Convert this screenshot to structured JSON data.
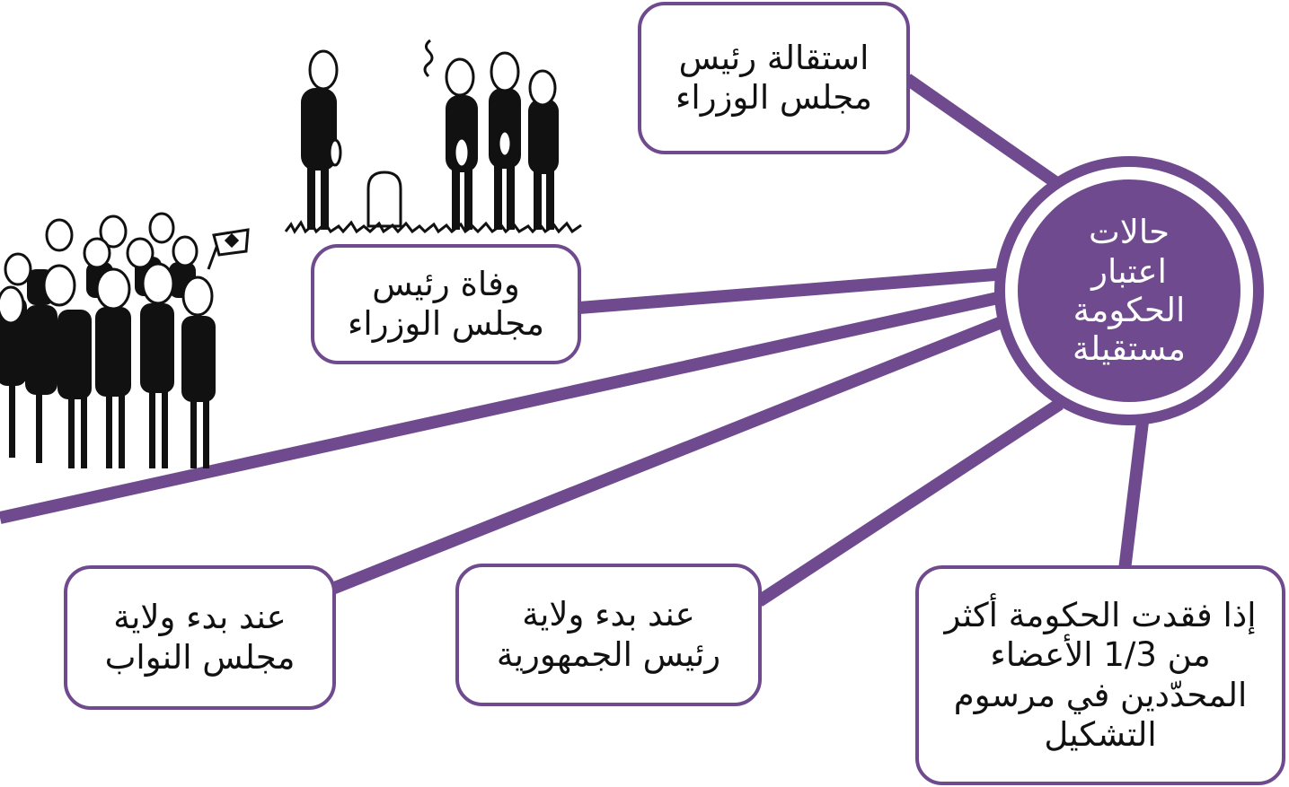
{
  "colors": {
    "accent": "#6f4a8e",
    "box_background": "#ffffff",
    "text": "#111111",
    "hub_text": "#ffffff"
  },
  "diagram": {
    "center": {
      "label": "حالات\nاعتبار\nالحكومة\nمستقيلة"
    },
    "cases": [
      {
        "id": "pm-resignation",
        "label": "استقالة رئيس\nمجلس الوزراء"
      },
      {
        "id": "pm-death",
        "label": "وفاة رئيس\nمجلس الوزراء"
      },
      {
        "id": "parliament-term",
        "label": "عند بدء ولاية\nمجلس النواب"
      },
      {
        "id": "president-term",
        "label": "عند بدء ولاية\nرئيس الجمهورية"
      },
      {
        "id": "lost-members",
        "label": "إذا فقدت الحكومة أكثر\nمن 1/3 الأعضاء\nالمحدّدين في مرسوم\nالتشكيل"
      }
    ]
  },
  "illustrations": [
    {
      "icon": "funeral-mourners-icon"
    },
    {
      "icon": "crowd-with-flag-icon"
    }
  ]
}
